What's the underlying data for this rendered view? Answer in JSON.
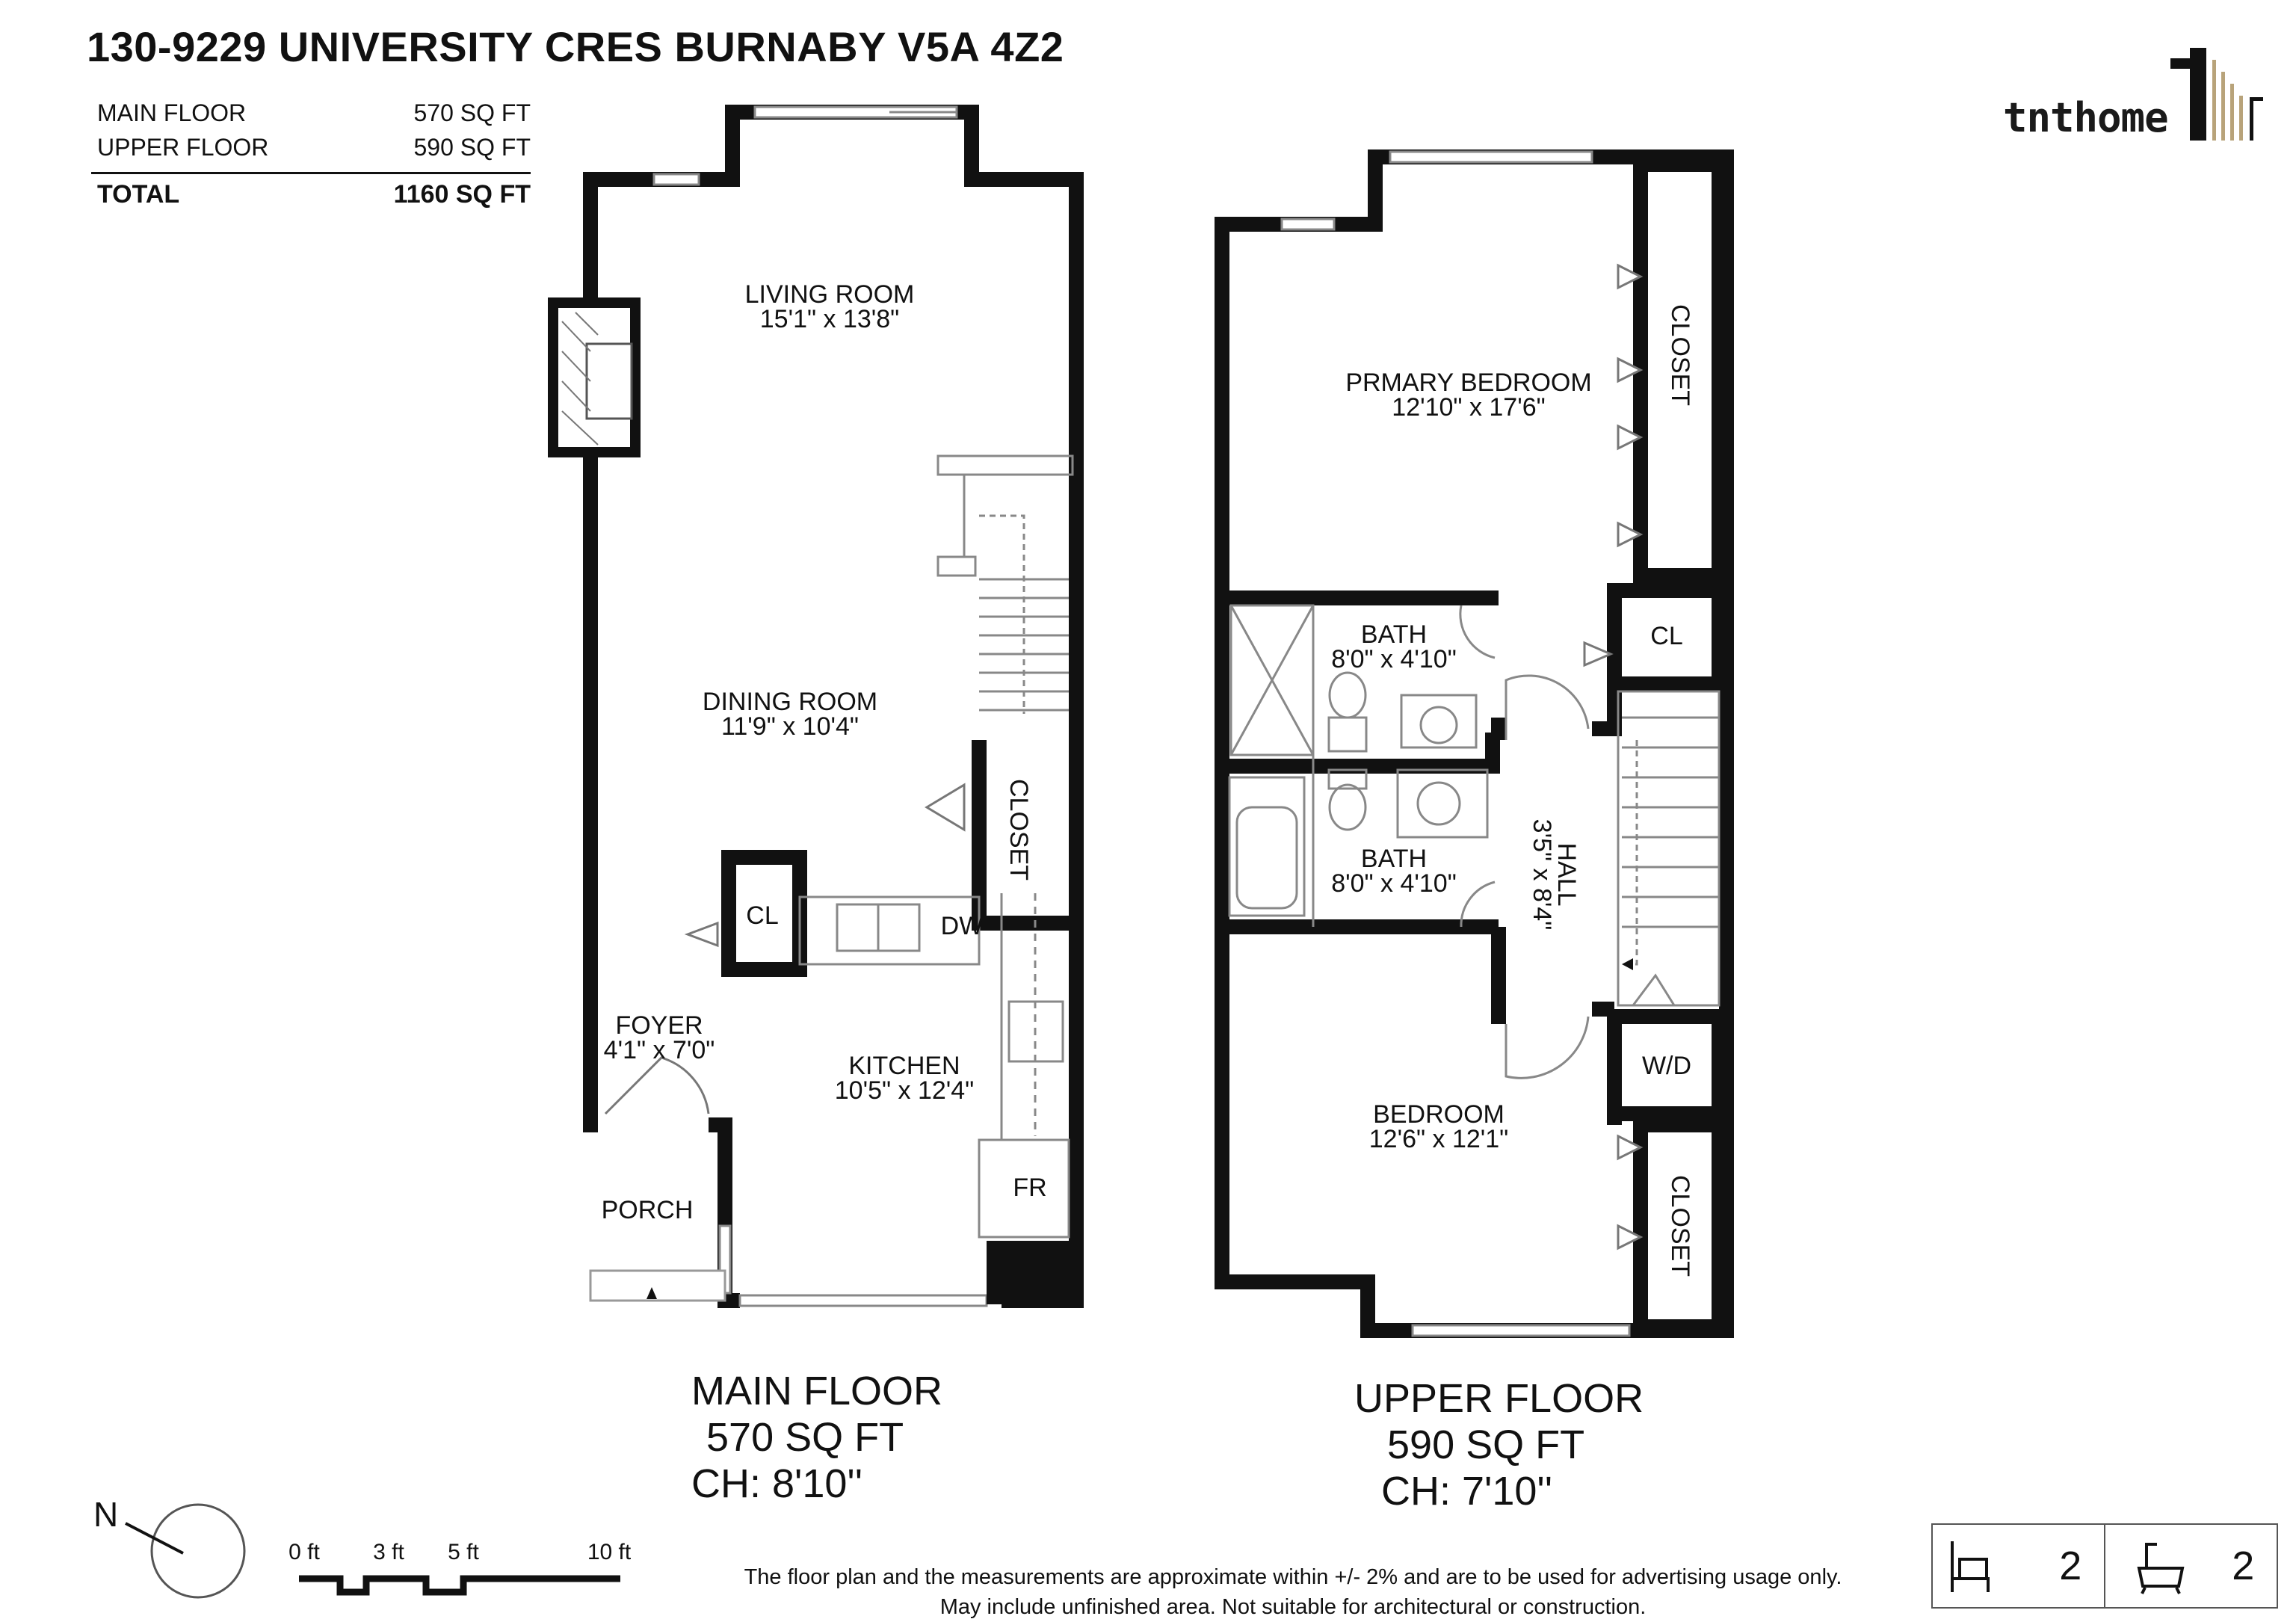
{
  "title": "130-9229 UNIVERSITY CRES BURNABY V5A 4Z2",
  "summary": {
    "rows": [
      {
        "label": "MAIN FLOOR",
        "value": "570 SQ FT"
      },
      {
        "label": "UPPER FLOOR",
        "value": "590 SQ FT"
      }
    ],
    "total_label": "TOTAL",
    "total_value": "1160 SQ FT"
  },
  "logo": {
    "text": "tnthome",
    "icon": "building-bars-icon",
    "accent_color": "#b8a37a"
  },
  "main_floor": {
    "rooms": {
      "living": {
        "name": "LIVING ROOM",
        "dims": "15'1\" x 13'8\""
      },
      "dining": {
        "name": "DINING ROOM",
        "dims": "11'9\" x 10'4\""
      },
      "foyer": {
        "name": "FOYER",
        "dims": "4'1\" x 7'0\""
      },
      "kitchen": {
        "name": "KITCHEN",
        "dims": "10'5\" x 12'4\""
      },
      "porch": {
        "name": "PORCH"
      },
      "closet": {
        "name": "CLOSET"
      },
      "cl": {
        "name": "CL"
      },
      "dw": {
        "name": "DW"
      },
      "fr": {
        "name": "FR"
      }
    },
    "caption": {
      "name": "MAIN FLOOR",
      "area": "570 SQ FT",
      "ceiling": "CH: 8'10''"
    }
  },
  "upper_floor": {
    "rooms": {
      "primary": {
        "name": "PRMARY BEDROOM",
        "dims": "12'10\" x 17'6\""
      },
      "bath1": {
        "name": "BATH",
        "dims": "8'0\" x 4'10\""
      },
      "bath2": {
        "name": "BATH",
        "dims": "8'0\" x 4'10\""
      },
      "hall": {
        "name": "HALL",
        "dims": "3'5\" x 8'4\""
      },
      "bedroom": {
        "name": "BEDROOM",
        "dims": "12'6\" x 12'1\""
      },
      "closet1": {
        "name": "CLOSET"
      },
      "closet2": {
        "name": "CLOSET"
      },
      "cl": {
        "name": "CL"
      },
      "wd": {
        "name": "W/D"
      }
    },
    "caption": {
      "name": "UPPER FLOOR",
      "area": "590 SQ FT",
      "ceiling": "CH:  7'10''"
    }
  },
  "compass": {
    "label": "N"
  },
  "scale": {
    "ticks": [
      "0 ft",
      "3 ft",
      "5 ft",
      "10 ft"
    ]
  },
  "disclaimer": {
    "line1": "The floor plan and the measurements are approximate within +/- 2% and are to be used for advertising usage only.",
    "line2": "May include unfinished area. Not suitable for architectural or construction."
  },
  "legend": {
    "bedrooms_icon": "bed-icon",
    "bedrooms": "2",
    "bathrooms_icon": "bathtub-icon",
    "bathrooms": "2"
  }
}
